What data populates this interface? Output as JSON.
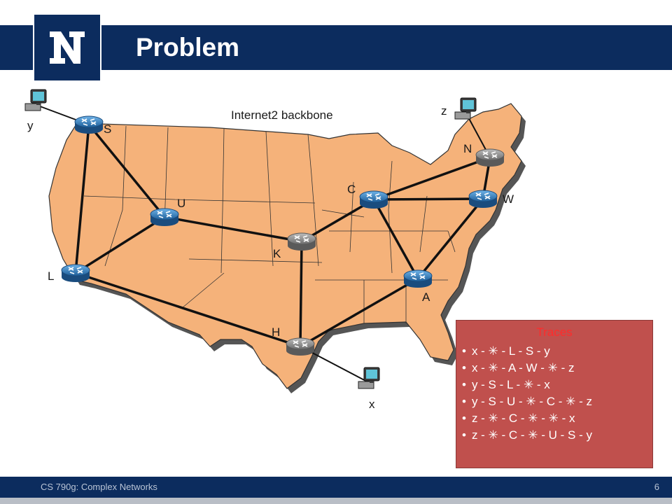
{
  "slide": {
    "title": "Problem",
    "footer_course": "CS 790g: Complex Networks",
    "page_number": "6"
  },
  "colors": {
    "header": "#0c2c5e",
    "map_fill": "#f5b27a",
    "router_blue": "#2f78b8",
    "router_gray": "#8a8a8a",
    "link": "#111111",
    "traces_box": "#c0504d",
    "traces_title": "#ff2b2b"
  },
  "diagram": {
    "map_label": "Internet2 backbone",
    "routers": [
      {
        "id": "S",
        "label": "S",
        "kind": "blue"
      },
      {
        "id": "U",
        "label": "U",
        "kind": "blue"
      },
      {
        "id": "L",
        "label": "L",
        "kind": "blue"
      },
      {
        "id": "K",
        "label": "K",
        "kind": "gray"
      },
      {
        "id": "H",
        "label": "H",
        "kind": "gray"
      },
      {
        "id": "C",
        "label": "C",
        "kind": "blue"
      },
      {
        "id": "N",
        "label": "N",
        "kind": "gray"
      },
      {
        "id": "W",
        "label": "W",
        "kind": "blue"
      },
      {
        "id": "A",
        "label": "A",
        "kind": "blue"
      }
    ],
    "hosts": [
      {
        "id": "y",
        "label": "y",
        "attached_to": "S"
      },
      {
        "id": "z",
        "label": "z",
        "attached_to": "N"
      },
      {
        "id": "x",
        "label": "x",
        "attached_to": "H"
      }
    ],
    "links": [
      [
        "S",
        "U"
      ],
      [
        "S",
        "L"
      ],
      [
        "L",
        "U"
      ],
      [
        "U",
        "K"
      ],
      [
        "K",
        "C"
      ],
      [
        "K",
        "H"
      ],
      [
        "L",
        "H"
      ],
      [
        "H",
        "A"
      ],
      [
        "C",
        "N"
      ],
      [
        "C",
        "W"
      ],
      [
        "C",
        "A"
      ],
      [
        "A",
        "W"
      ],
      [
        "N",
        "W"
      ]
    ]
  },
  "traces": {
    "title": "Traces",
    "items": [
      "x - ✳ - L - S - y",
      "x - ✳ - A - W - ✳ - z",
      "y - S - L - ✳ - x",
      "y - S - U - ✳ - C - ✳ - z",
      "z - ✳ - C - ✳ - ✳ - x",
      "z - ✳ - C - ✳ - U - S - y"
    ]
  }
}
